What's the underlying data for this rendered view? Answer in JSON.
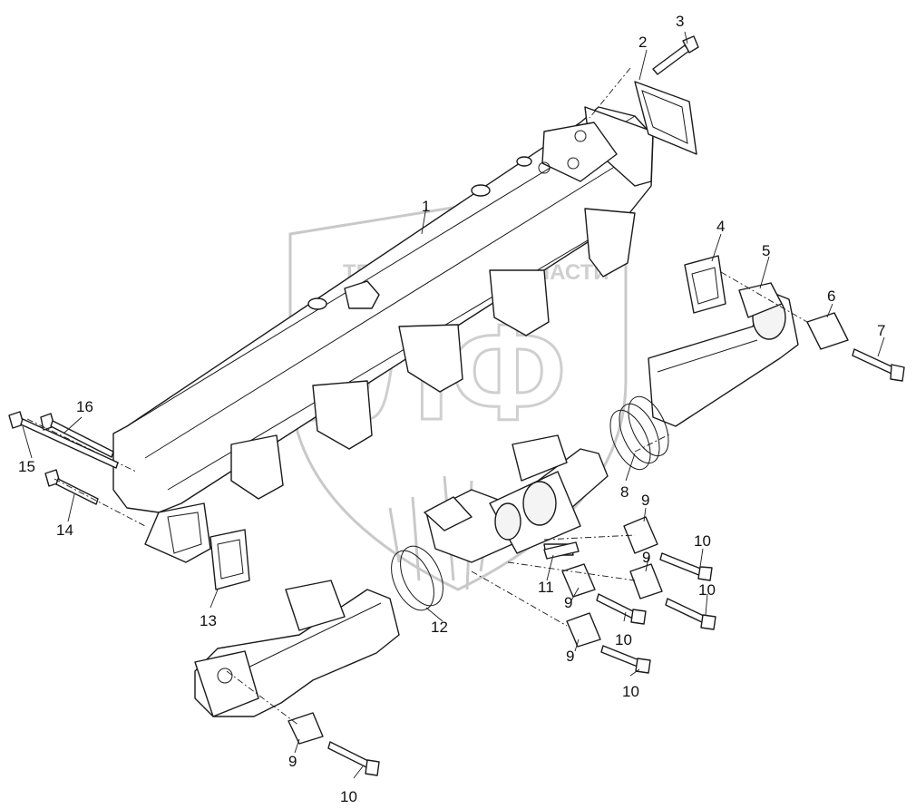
{
  "watermark": {
    "top_text_left": "ТЕХНИКА",
    "top_text_right": "ЗАПЧАСТИ",
    "big_letters": "ЭЛФ"
  },
  "callouts": {
    "c1": "1",
    "c2": "2",
    "c3": "3",
    "c4": "4",
    "c5": "5",
    "c6": "6",
    "c7": "7",
    "c8": "8",
    "c9a": "9",
    "c9b": "9",
    "c9c": "9",
    "c9d": "9",
    "c9e": "9",
    "c10a": "10",
    "c10b": "10",
    "c10c": "10",
    "c10d": "10",
    "c10e": "10",
    "c11": "11",
    "c12": "12",
    "c13": "13",
    "c14": "14",
    "c15": "15",
    "c16": "16"
  }
}
